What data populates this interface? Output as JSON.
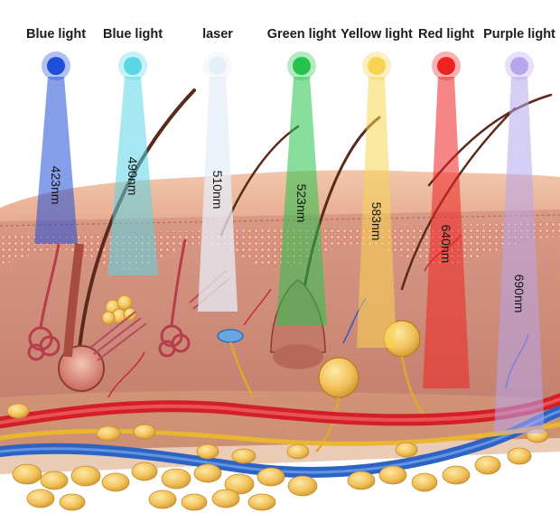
{
  "lights": [
    {
      "name": "Blue light",
      "wavelength": "423nm",
      "color": "#1f4fd8"
    },
    {
      "name": "Blue light",
      "wavelength": "490nm",
      "color": "#5bd6e6"
    },
    {
      "name": "laser",
      "wavelength": "510nm",
      "color": "#e6eef8"
    },
    {
      "name": "Green light",
      "wavelength": "523nm",
      "color": "#27c24c"
    },
    {
      "name": "Yellow light",
      "wavelength": "583nm",
      "color": "#f7d553"
    },
    {
      "name": "Red light",
      "wavelength": "640nm",
      "color": "#ee2222"
    },
    {
      "name": "Purple light",
      "wavelength": "690nm",
      "color": "#b7a6ee"
    }
  ],
  "icons": {
    "skin": "skin-layer-icon",
    "hair": "hair-follicle-icon",
    "vessel": "blood-vessel-icon",
    "fat": "fat-cell-icon"
  }
}
